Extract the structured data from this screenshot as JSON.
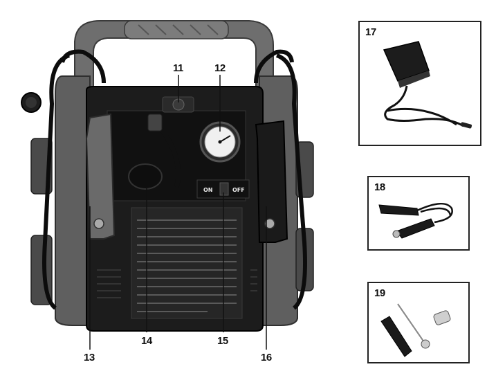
{
  "callouts": {
    "n11": "11",
    "n12": "12",
    "n13": "13",
    "n14": "14",
    "n15": "15",
    "n16": "16"
  },
  "insets": {
    "n17": "17",
    "n18": "18",
    "n19": "19"
  },
  "switch": {
    "on_label": "ON",
    "off_label": "OFF"
  }
}
